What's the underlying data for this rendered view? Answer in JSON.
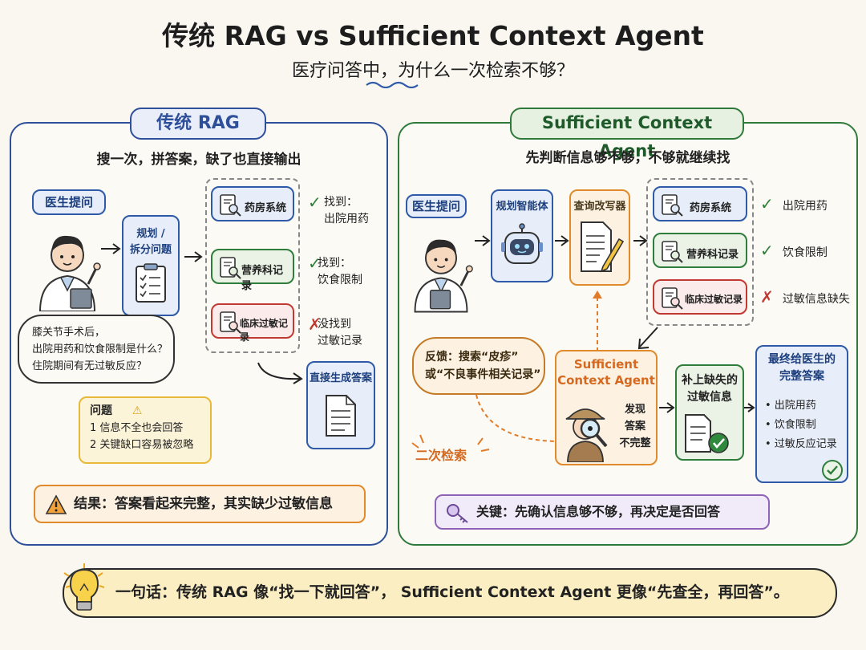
{
  "title": "传统 RAG vs Sufficient Context Agent",
  "subtitle": "医疗问答中，为什么一次检索不够？",
  "left": {
    "tag": "传统 RAG",
    "sub": "搜一次，拼答案，缺了也直接输出",
    "doctor_label": "医生提问",
    "plan_label": [
      "规划 /",
      "拆分问题"
    ],
    "sources": [
      {
        "name": "药房系统",
        "mark": "✓",
        "result": [
          "找到：",
          "出院用药"
        ]
      },
      {
        "name": "营养科记录",
        "mark": "✓",
        "result": [
          "找到：",
          "饮食限制"
        ]
      },
      {
        "name": "临床过敏记录",
        "mark": "✗",
        "result": [
          "没找到",
          "过敏记录"
        ]
      }
    ],
    "question": [
      "膝关节手术后，",
      "出院用药和饮食限制是什么？",
      "住院期间有无过敏反应？"
    ],
    "direct_answer": "直接生成答案",
    "problems_title": "问题",
    "problems": [
      "1  信息不全也会回答",
      "2  关键缺口容易被忽略"
    ],
    "conclusion": "结果：答案看起来完整，其实缺少过敏信息"
  },
  "right": {
    "tag": "Sufficient Context Agent",
    "sub": "先判断信息够不够，不够就继续找",
    "doctor_label": "医生提问",
    "plan_agent": "规划智能体",
    "rewriter": "查询改写器",
    "sources": [
      {
        "name": "药房系统",
        "mark": "✓",
        "result": "出院用药"
      },
      {
        "name": "营养科记录",
        "mark": "✓",
        "result": "饮食限制"
      },
      {
        "name": "临床过敏记录",
        "mark": "✗",
        "result": "过敏信息缺失"
      }
    ],
    "feedback": [
      "反馈：搜索“皮疹”",
      "或“不良事件相关记录”"
    ],
    "second_search": "二次检索",
    "sca_title": [
      "Sufficient",
      "Context Agent"
    ],
    "sca_side": [
      "发现",
      "答案",
      "不完整"
    ],
    "fill": [
      "补上缺失的",
      "过敏信息"
    ],
    "final_title": [
      "最终给医生的",
      "完整答案"
    ],
    "final_items": [
      "• 出院用药",
      "• 饮食限制",
      "• 过敏反应记录"
    ],
    "key": "关键：先确认信息够不够，再决定是否回答"
  },
  "bottom": "一句话：传统 RAG 像“找一下就回答”， Sufficient Context Agent 更像“先查全，再回答”。",
  "colors": {
    "blue": "#2e5aa8",
    "green": "#2f7d3b",
    "red": "#c13a32",
    "orange": "#e08a2c"
  }
}
